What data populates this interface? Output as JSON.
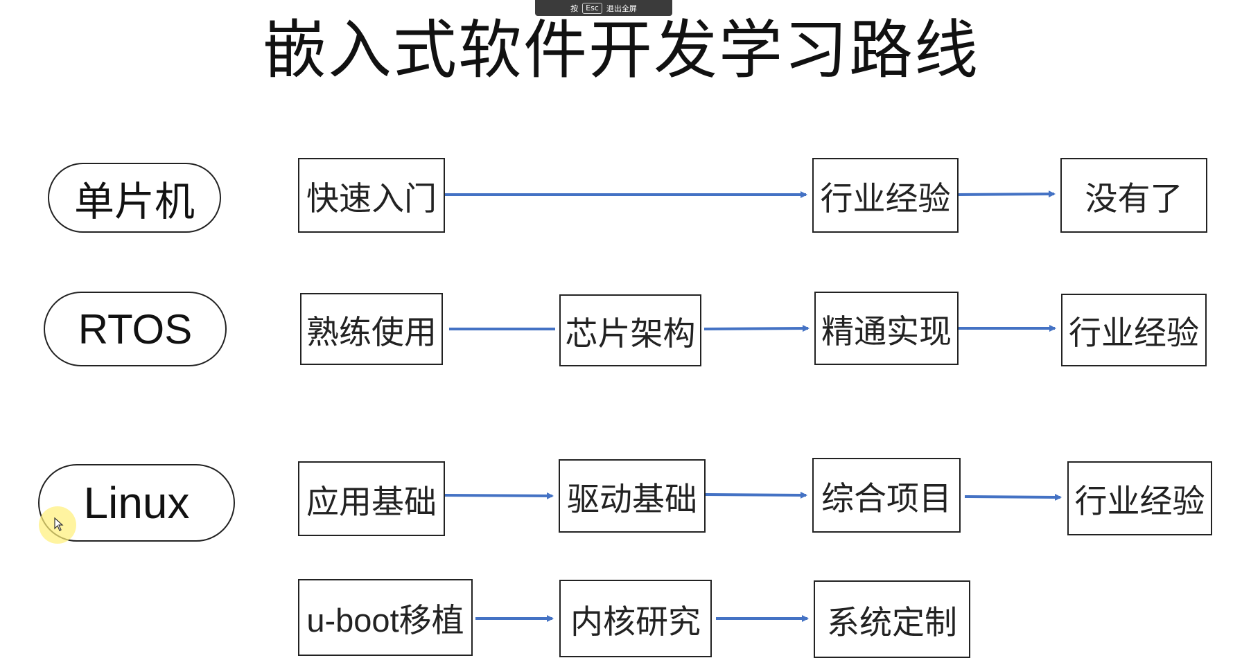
{
  "overlay": {
    "prefix": "按",
    "key": "Esc",
    "suffix": "退出全屏"
  },
  "title": "嵌入式软件开发学习路线",
  "rows": {
    "mcu": {
      "label": "单片机",
      "steps": [
        "快速入门",
        "行业经验",
        "没有了"
      ]
    },
    "rtos": {
      "label": "RTOS",
      "steps": [
        "熟练使用",
        "芯片架构",
        "精通实现",
        "行业经验"
      ]
    },
    "linux": {
      "label": "Linux",
      "steps": [
        "应用基础",
        "驱动基础",
        "综合项目",
        "行业经验"
      ],
      "steps2": [
        "u-boot移植",
        "内核研究",
        "系统定制"
      ]
    }
  },
  "colors": {
    "arrow": "#4472C4",
    "border": "#222222"
  },
  "icons": {
    "cursor": "mouse-pointer-icon"
  }
}
